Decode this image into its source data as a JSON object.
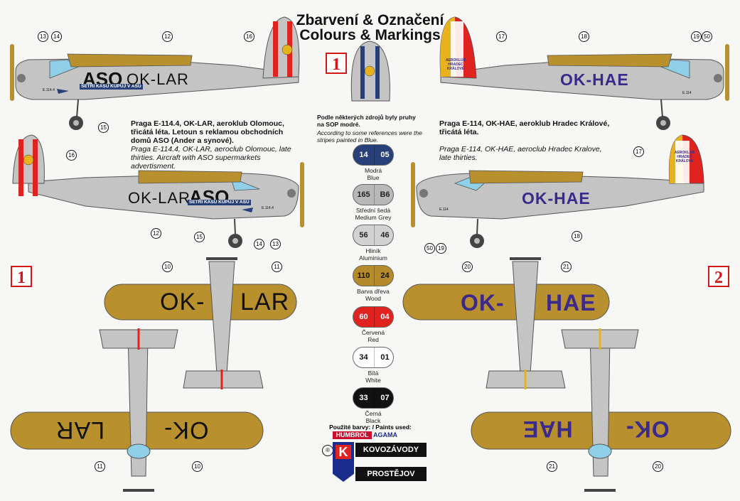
{
  "header": {
    "title_cz": "Zbarvení & Označení",
    "title_en": "Colours & Markings"
  },
  "scheme1": {
    "badge": "1",
    "registration": "OK-LAR",
    "registration_split": [
      "OK-",
      "LAR"
    ],
    "aso": "ASO",
    "banner": "ŠETŘI KASU KUPUJ V ASU",
    "tail_code": "E.114.4",
    "desc_cz": "Praga E-114.4, OK-LAR, aeroklub Olomouc, třicátá léta. Letoun s reklamou obchodních domů ASO (Ander a synové).",
    "desc_en": "Praga E-114.4, OK-LAR, aeroclub Olomouc, late thirties. Aircraft with ASO supermarkets advertisment."
  },
  "scheme2": {
    "badge": "2",
    "registration": "OK-HAE",
    "registration_split": [
      "OK-",
      "HAE"
    ],
    "club_marking": "AEROKLUB HRADEC KRÁLOVÉ",
    "tail_code": "E.114",
    "desc_cz": "Praga E-114, OK-HAE, aeroklub Hradec Králové, třicátá léta.",
    "desc_en": "Praga E-114, OK-HAE, aeroclub Hradec Kralove, late thirties."
  },
  "center_note": {
    "cz": "Podle některých zdrojů byly pruhy na SOP modré.",
    "en": "According to some references were the stripes painted in Blue."
  },
  "colors": [
    {
      "left": "14",
      "right": "05",
      "cz": "Modrá",
      "en": "Blue",
      "fill": "#27407a",
      "text": "#ffffff"
    },
    {
      "left": "165",
      "right": "B6",
      "cz": "Střední šedá",
      "en": "Medium Grey",
      "fill": "#b8b8b8",
      "text": "#222222"
    },
    {
      "left": "56",
      "right": "46",
      "cz": "Hliník",
      "en": "Aluminium",
      "fill": "#d2d2d2",
      "text": "#222222"
    },
    {
      "left": "110",
      "right": "24",
      "cz": "Barva dřeva",
      "en": "Wood",
      "fill": "#b48a2a",
      "text": "#111111"
    },
    {
      "left": "60",
      "right": "04",
      "cz": "Červená",
      "en": "Red",
      "fill": "#e0231f",
      "text": "#ffffff"
    },
    {
      "left": "34",
      "right": "01",
      "cz": "Bílá",
      "en": "White",
      "fill": "#ffffff",
      "text": "#111111"
    },
    {
      "left": "33",
      "right": "07",
      "cz": "Černá",
      "en": "Black",
      "fill": "#111111",
      "text": "#ffffff"
    }
  ],
  "paints": {
    "label": "Použité barvy: / Paints used:",
    "humbrol": "HUMBROL",
    "agama": "AGAMA"
  },
  "logo": {
    "line1": "KOVOZÁVODY",
    "line2": "PROSTĚJOV",
    "letter": "K",
    "reg_mark": "®"
  },
  "callouts": {
    "s1_top": [
      "13",
      "14",
      "12",
      "16",
      "15"
    ],
    "s1_side": [
      "16",
      "12",
      "15",
      "14",
      "13"
    ],
    "s1_plan": [
      "10",
      "11",
      "11",
      "10"
    ],
    "s2_top": [
      "17",
      "18",
      "19",
      "50"
    ],
    "s2_side": [
      "17",
      "50",
      "19",
      "18"
    ],
    "s2_plan": [
      "20",
      "21",
      "21",
      "20"
    ]
  },
  "palette": {
    "aluminium": "#c4c4c4",
    "wood": "#b8902e",
    "red": "#e0231f",
    "blue": "#27407a",
    "purple": "#3b2a8c",
    "canopy": "#8fcfe8",
    "gold": "#e8b21f"
  }
}
